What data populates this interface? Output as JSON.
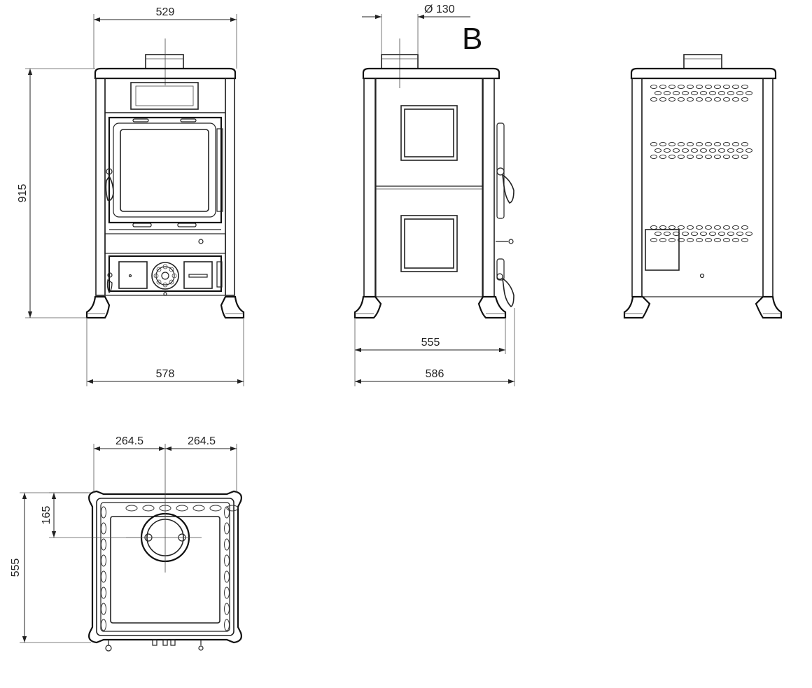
{
  "views": {
    "front": {
      "width_top": "529",
      "height": "915",
      "width_base": "578"
    },
    "side": {
      "flue_diameter": "Ø 130",
      "label": "B",
      "depth_body": "555",
      "depth_total": "586"
    },
    "rear": {},
    "top": {
      "flue_offset_left": "264.5",
      "flue_offset_right": "264.5",
      "flue_offset_back": "165",
      "depth": "555"
    }
  }
}
